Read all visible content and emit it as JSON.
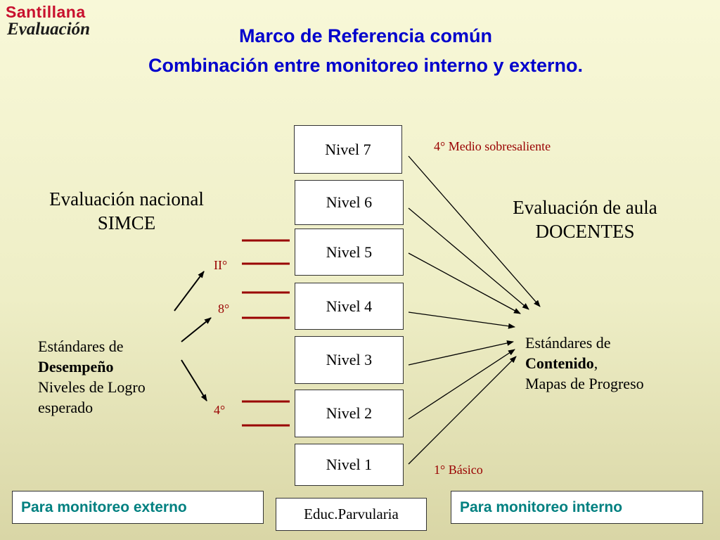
{
  "logo": {
    "brand": "Santillana",
    "sub": "Evaluación"
  },
  "title": {
    "line1": "Marco de Referencia común",
    "line2": "Combinación entre monitoreo interno y externo."
  },
  "levels": [
    "Nivel 7",
    "Nivel 6",
    "Nivel 5",
    "Nivel 4",
    "Nivel 3",
    "Nivel 2",
    "Nivel 1"
  ],
  "right_annotations": {
    "top": "4° Medio sobresaliente",
    "bottom": "1° Básico"
  },
  "left_block": {
    "line1": "Evaluación nacional",
    "line2": "SIMCE",
    "grades": [
      "II°",
      "8°",
      "4°"
    ],
    "standards_line1": "Estándares de",
    "standards_bold": "Desempeño",
    "standards_line3": "Niveles de Logro",
    "standards_line4": "esperado"
  },
  "right_block": {
    "line1": "Evaluación de aula",
    "line2": "DOCENTES",
    "standards_line1": "Estándares de",
    "standards_bold": "Contenido",
    "standards_comma": ",",
    "standards_line3": "Mapas de Progreso"
  },
  "footer": {
    "external": "Para monitoreo externo",
    "parvularia": "Educ.Parvularia",
    "internal": "Para monitoreo interno"
  },
  "colors": {
    "title": "#0000cc",
    "logo_red": "#c8102e",
    "marker": "#990000",
    "footer_text": "#008080"
  }
}
